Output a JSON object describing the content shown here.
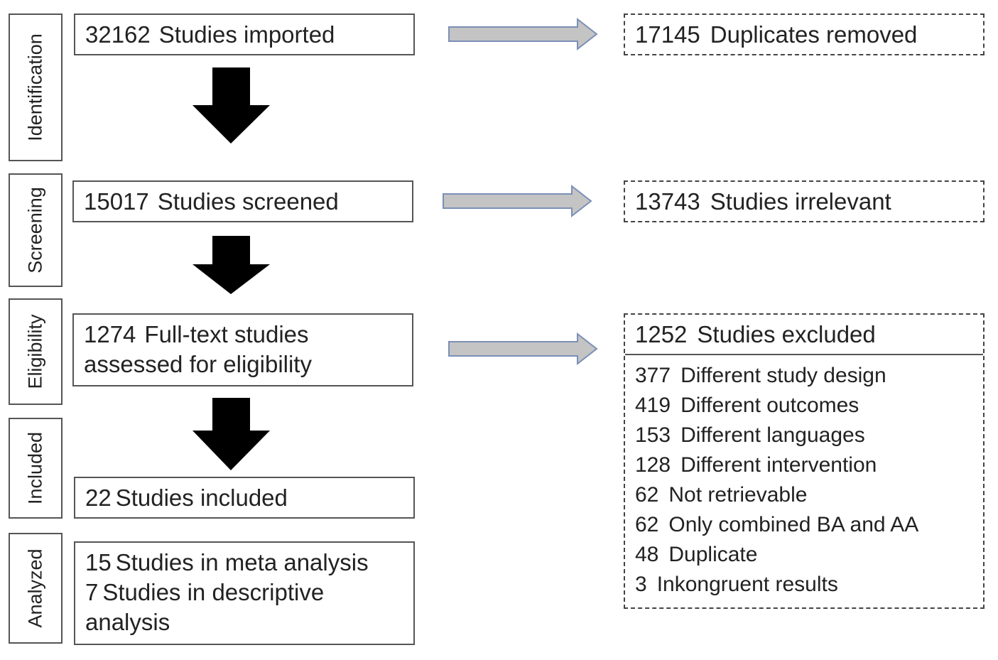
{
  "stages": [
    {
      "label": "Identification"
    },
    {
      "label": "Screening"
    },
    {
      "label": "Eligibility"
    },
    {
      "label": "Included"
    },
    {
      "label": "Analyzed"
    }
  ],
  "flow": {
    "imported": {
      "count": "32162",
      "text": "Studies imported"
    },
    "screened": {
      "count": "15017",
      "text": "Studies screened"
    },
    "fulltext": {
      "count": "1274",
      "text": "Full-text studies",
      "text2": "assessed for eligibility"
    },
    "included": {
      "count": "22",
      "text": "Studies included"
    },
    "analyzed": {
      "line1_count": "15",
      "line1_text": "Studies in meta analysis",
      "line2_count": "7",
      "line2_text": "Studies in descriptive",
      "line3": "analysis"
    }
  },
  "removed": {
    "duplicates": {
      "count": "17145",
      "text": "Duplicates removed"
    },
    "irrelevant": {
      "count": "13743",
      "text": "Studies irrelevant"
    },
    "excluded": {
      "count": "1252",
      "text": "Studies excluded",
      "reasons": [
        {
          "count": "377",
          "text": "Different study design"
        },
        {
          "count": "419",
          "text": "Different outcomes"
        },
        {
          "count": "153",
          "text": "Different languages"
        },
        {
          "count": "128",
          "text": "Different intervention"
        },
        {
          "count": "62",
          "text": "Not retrievable"
        },
        {
          "count": "62",
          "text": "Only combined BA and AA"
        },
        {
          "count": "48",
          "text": "Duplicate"
        },
        {
          "count": "3",
          "text": "Inkongruent results"
        }
      ]
    }
  },
  "colors": {
    "down_arrow": "#000000",
    "side_arrow_fill": "#c4c4c4",
    "side_arrow_stroke": "#7b8fb6"
  }
}
